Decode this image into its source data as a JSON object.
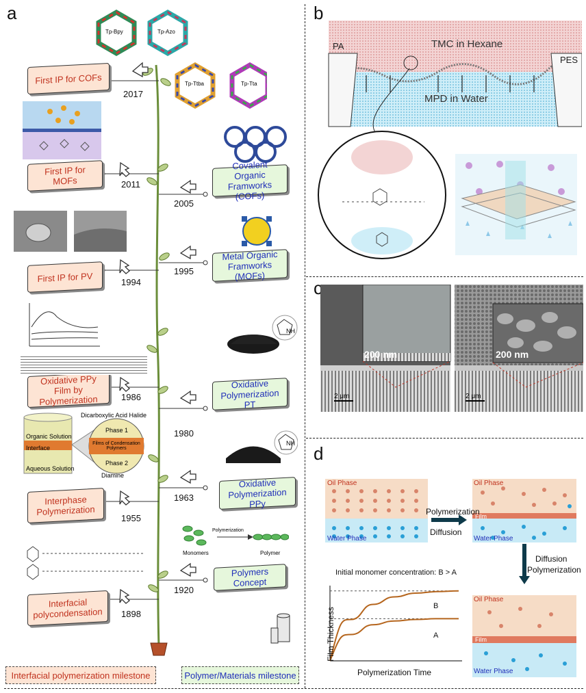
{
  "panels": {
    "a": "a",
    "b": "b",
    "c": "c",
    "d": "d"
  },
  "timeline": {
    "left_milestones": [
      {
        "label": "First IP for COFs",
        "year": "2017"
      },
      {
        "label": "First IP for MOFs",
        "year": "2011"
      },
      {
        "label": "First IP for PV",
        "year": "1994"
      },
      {
        "label": "Oxidative PPy Film by Polymerization",
        "year": "1986"
      },
      {
        "label": "Interphase Polymerization",
        "year": "1955"
      },
      {
        "label": "Interfacial polycondensation",
        "year": "1898"
      }
    ],
    "right_milestones": [
      {
        "label": "Covalent Organic Framworks (COFs)",
        "year": "2005"
      },
      {
        "label": "Metal Organic Framworks (MOFs)",
        "year": "1995"
      },
      {
        "label": "Oxidative Polymerization PT",
        "year": "1980"
      },
      {
        "label": "Oxidative Polymerization PPy",
        "year": "1963"
      },
      {
        "label": "Polymers Concept",
        "year": "1920"
      }
    ],
    "cof_labels": [
      "Tp-Bpy",
      "Tp-Azo",
      "Tp-Ttba",
      "Tp-Tta"
    ],
    "interphase_fig": {
      "top": "Dicarboxylic Acid Halide",
      "organic": "Organic Solution",
      "interface": "Interface",
      "aqueous": "Aqueous Solution",
      "phase1": "Phase 1",
      "film": "Films of Condensation Polymers",
      "phase2": "Phase 2",
      "bottom": "Diamine"
    },
    "polymer_fig": {
      "monomers": "Monomers",
      "arrow": "Polymerization",
      "polymer": "Polymer"
    },
    "ppy_nh": "NH",
    "legend_left": "Interfacial polymerization milestone",
    "legend_right": "Polymer/Materials milestone"
  },
  "panel_b": {
    "tmc": "TMC in Hexane",
    "mpd": "MPD in Water",
    "pa": "PA",
    "pes": "PES"
  },
  "panel_c": {
    "scale_inset": "200 nm",
    "scale_main_left": "2 μm",
    "scale_main_right": "2 μm"
  },
  "panel_d": {
    "oil": "Oil Phase",
    "water": "Water Phase",
    "film": "Film",
    "arrow1_top": "Polymerization",
    "arrow1_bottom": "Diffusion",
    "arrow2_top": "Diffusion",
    "arrow2_bottom": "Polymerization",
    "plot_title": "Initial monomer concentration: B > A",
    "ylabel": "Film Thickness",
    "xlabel": "Polymerization Time",
    "curve_b": "B",
    "curve_a": "A"
  },
  "chart_data": {
    "type": "line",
    "title": "Initial monomer concentration: B > A",
    "xlabel": "Polymerization Time",
    "ylabel": "Film Thickness",
    "series": [
      {
        "name": "B",
        "values": [
          0,
          0.55,
          0.75,
          0.85,
          0.9,
          0.92,
          0.93
        ]
      },
      {
        "name": "A",
        "values": [
          0,
          0.35,
          0.48,
          0.53,
          0.55,
          0.56,
          0.56
        ]
      }
    ],
    "x": [
      0,
      1,
      2,
      3,
      4,
      5,
      6
    ],
    "ylim": [
      0,
      1
    ]
  },
  "colors": {
    "red_text": "#c0321e",
    "blue_text": "#1f2eb8",
    "red_fill": "#fde4d4",
    "green_fill": "#e6f7dc",
    "oil": "#f6dcc6",
    "water": "#c8eaf6",
    "film": "#e07a5f"
  }
}
